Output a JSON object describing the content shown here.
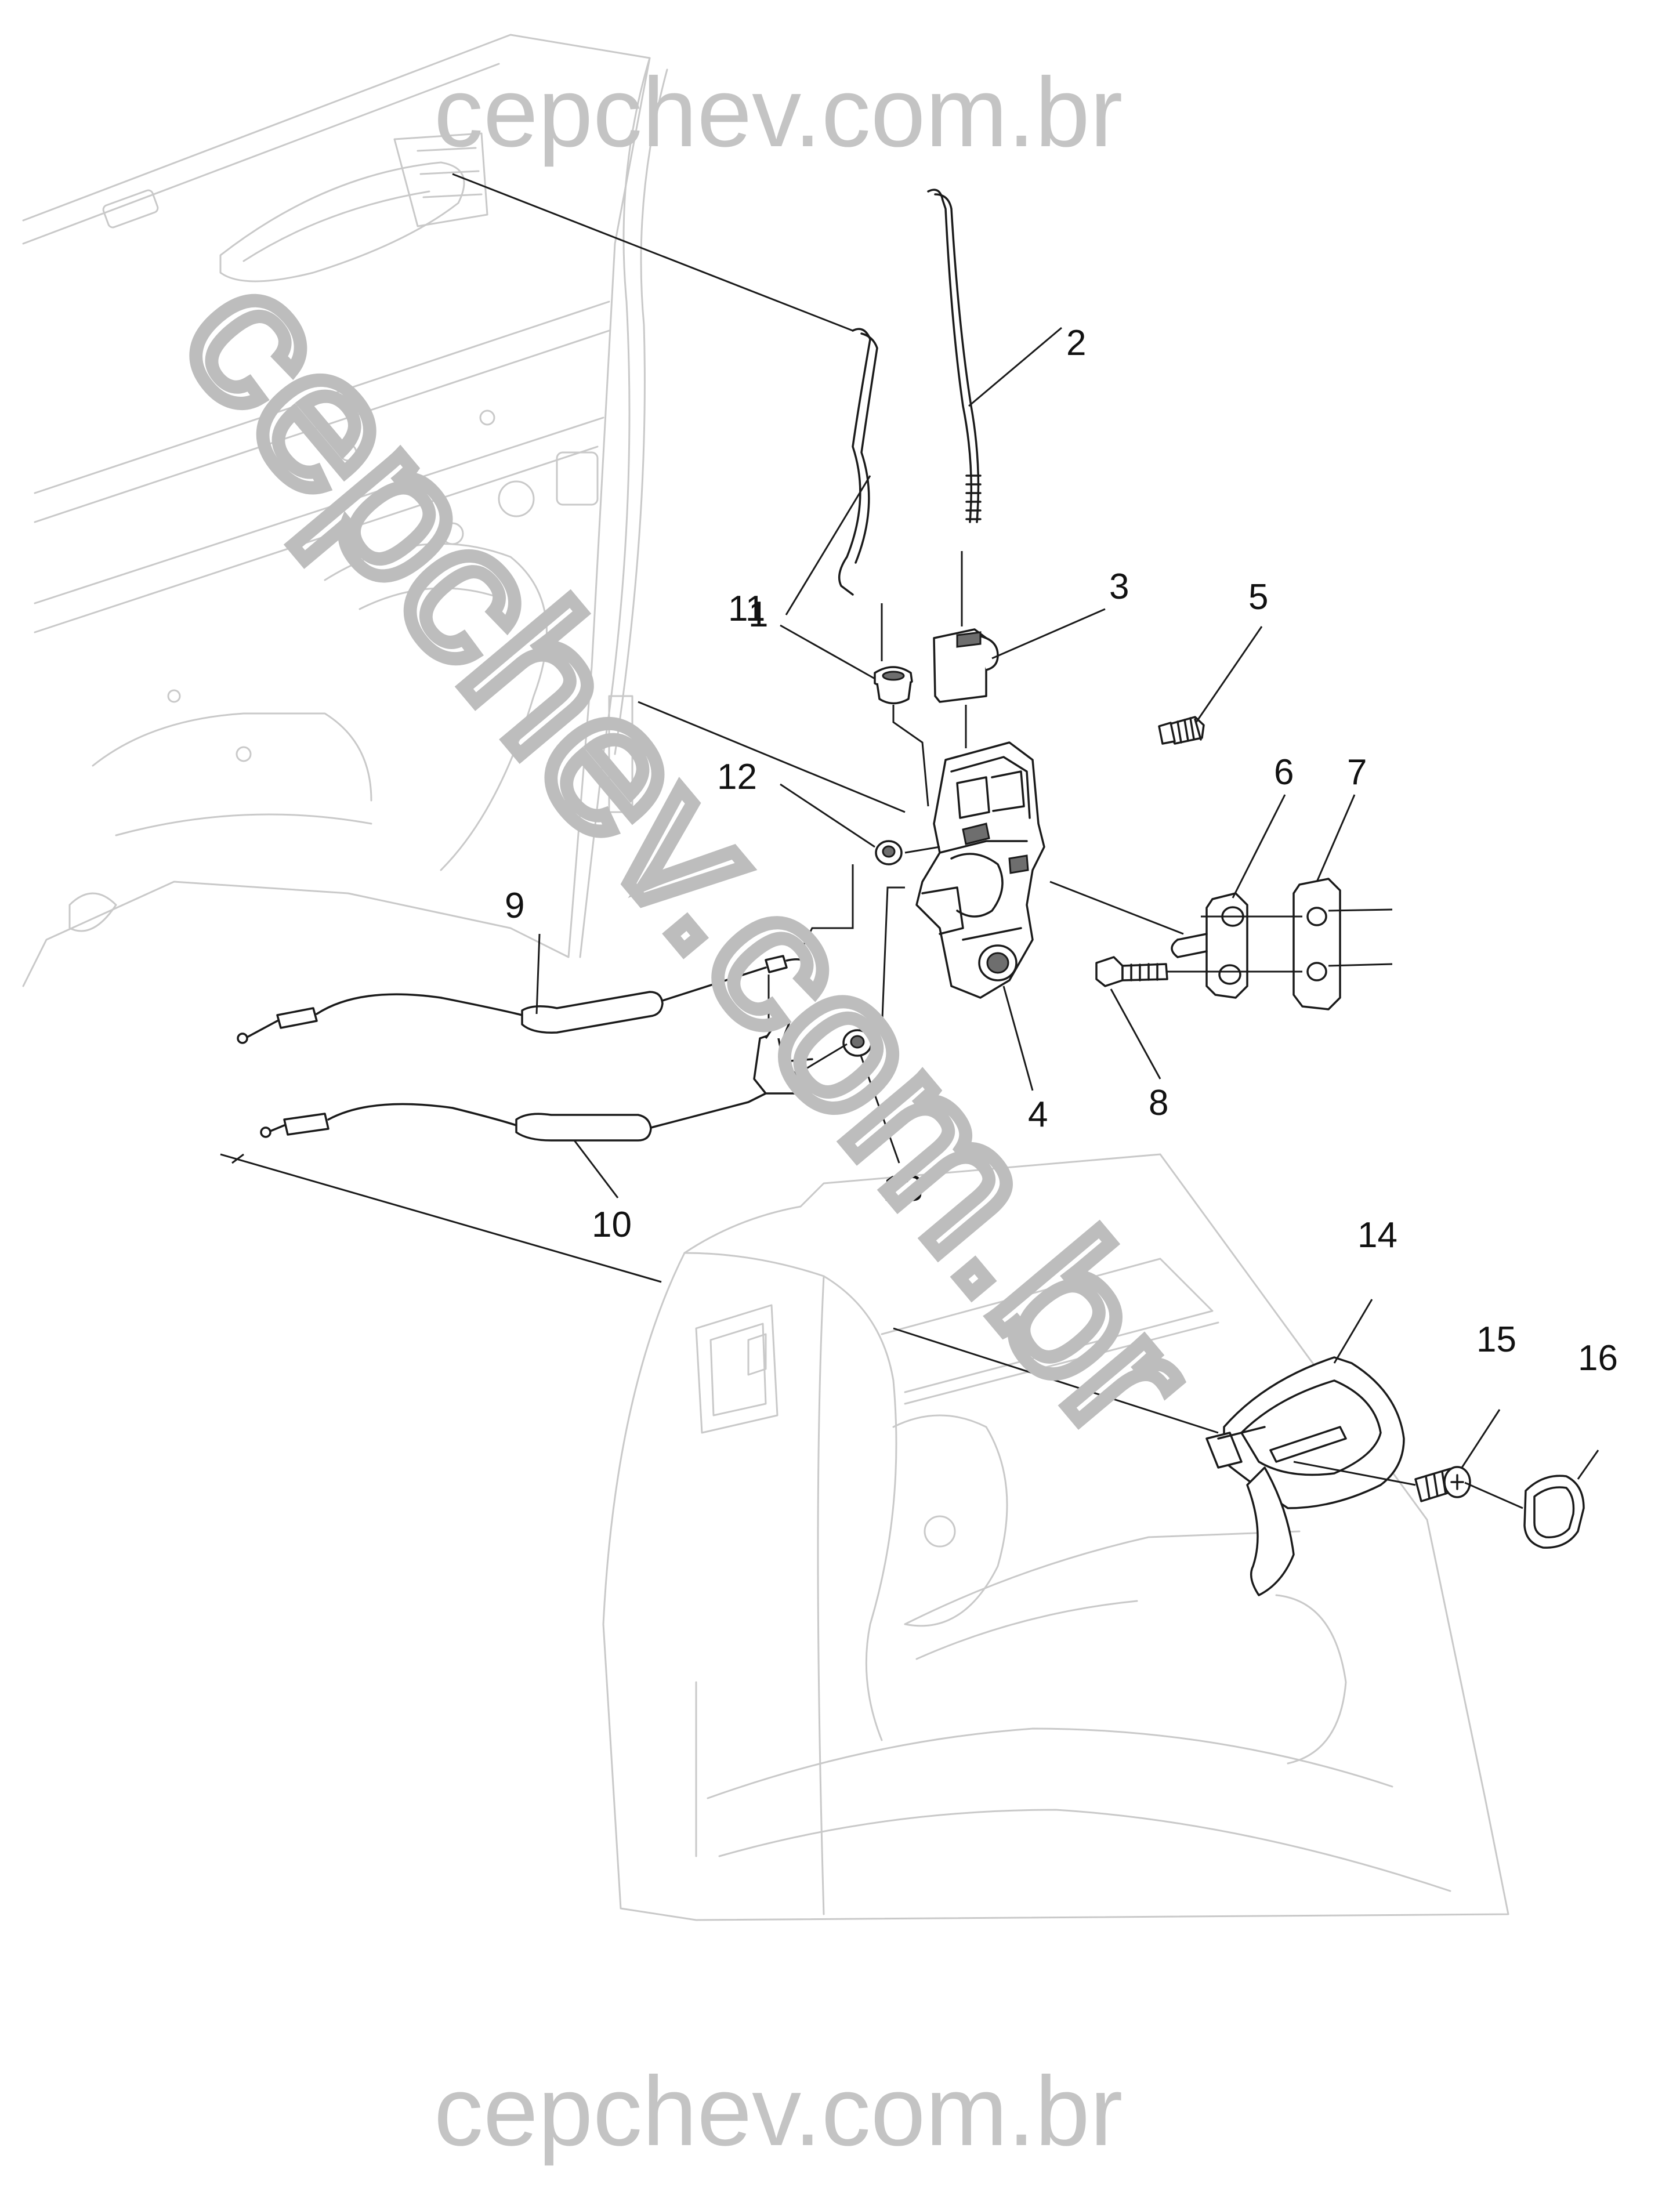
{
  "watermark": {
    "top": "cepchev.com.br",
    "bottom": "cepchev.com.br",
    "diagonal": "cepchev.com.br"
  },
  "callouts": [
    {
      "id": "1",
      "label": "1"
    },
    {
      "id": "2",
      "label": "2"
    },
    {
      "id": "3",
      "label": "3"
    },
    {
      "id": "4",
      "label": "4"
    },
    {
      "id": "5",
      "label": "5"
    },
    {
      "id": "6",
      "label": "6"
    },
    {
      "id": "7",
      "label": "7"
    },
    {
      "id": "8",
      "label": "8"
    },
    {
      "id": "9",
      "label": "9"
    },
    {
      "id": "10",
      "label": "10"
    },
    {
      "id": "11",
      "label": "11"
    },
    {
      "id": "12",
      "label": "12"
    },
    {
      "id": "13",
      "label": "13"
    },
    {
      "id": "14",
      "label": "14"
    },
    {
      "id": "15",
      "label": "15"
    },
    {
      "id": "16",
      "label": "16"
    }
  ],
  "colors": {
    "ghost_lines": "#c9c9c9",
    "part_lines": "#1a1a1a",
    "watermark": "#c4c4c4"
  }
}
